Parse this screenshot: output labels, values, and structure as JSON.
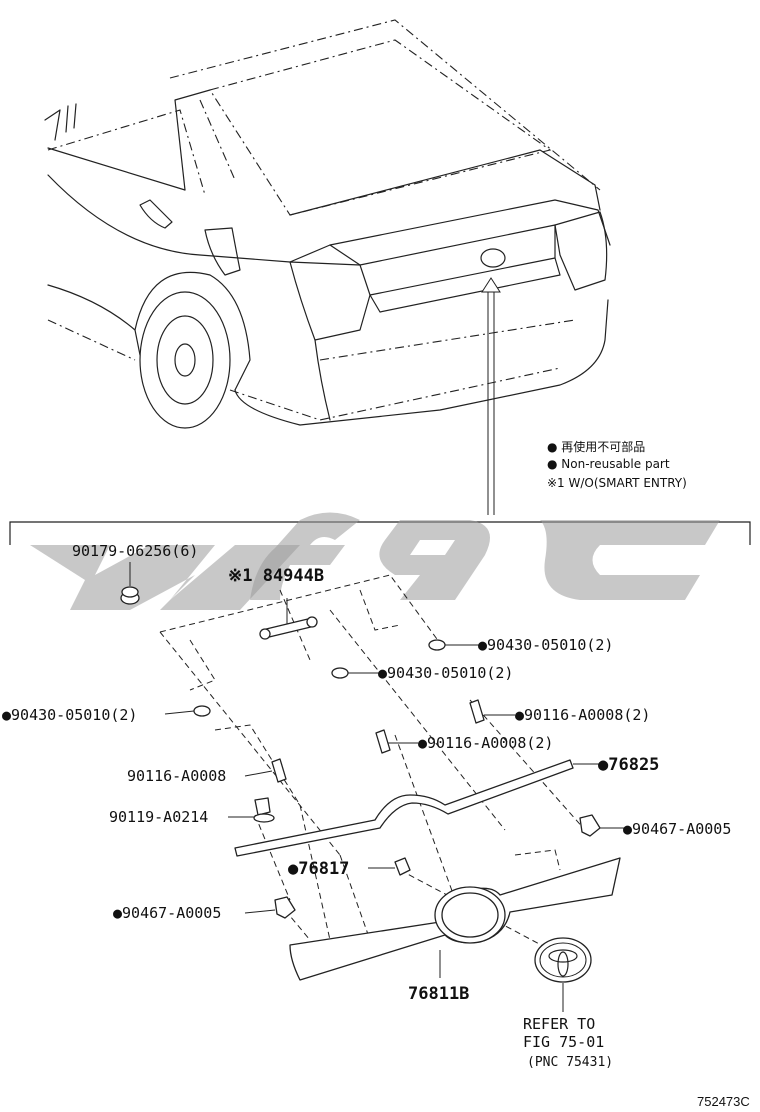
{
  "legend": {
    "line1": "● 再使用不可部品",
    "line2": "● Non-reusable part",
    "line3": "※1 W/O(SMART ENTRY)"
  },
  "labels": {
    "p90179": "90179-06256(6)",
    "p84944b": "※1 84944B",
    "p90430_a": "●90430-05010(2)",
    "p90430_b": "●90430-05010(2)",
    "p90430_c": "●90430-05010(2)",
    "p90116_a": "●90116-A0008(2)",
    "p90116_b": "●90116-A0008(2)",
    "p90116_c": "90116-A0008",
    "p90119": "90119-A0214",
    "p76825": "●76825",
    "p90467_a": "●90467-A0005",
    "p76817": "●76817",
    "p90467_b": "●90467-A0005",
    "p76811b": "76811B",
    "refer1": "REFER TO",
    "refer2": "FIG 75-01",
    "refer3": "(PNC 75431)"
  },
  "figure_number": "752473C",
  "icons": {
    "watermark": "watermark-logo",
    "emblem": "toyota-emblem-icon"
  }
}
